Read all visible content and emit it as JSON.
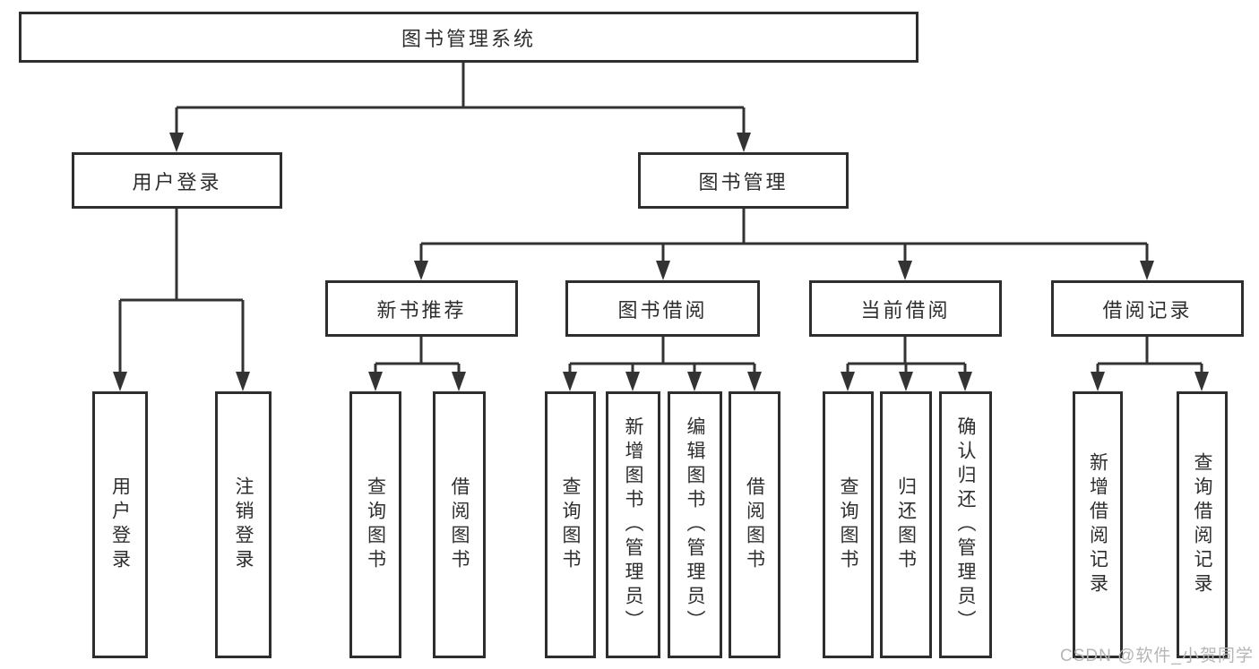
{
  "tree": {
    "root": "图书管理系统",
    "children": [
      {
        "label": "用户登录",
        "children": [
          "用户登录",
          "注销登录"
        ]
      },
      {
        "label": "图书管理",
        "children": [
          {
            "label": "新书推荐",
            "children": [
              "查询图书",
              "借阅图书"
            ]
          },
          {
            "label": "图书借阅",
            "children": [
              "查询图书",
              "新增图书（管理员）",
              "编辑图书（管理员）",
              "借阅图书"
            ]
          },
          {
            "label": "当前借阅",
            "children": [
              "查询图书",
              "归还图书",
              "确认归还（管理员）"
            ]
          },
          {
            "label": "借阅记录",
            "children": [
              "新增借阅记录",
              "查询借阅记录"
            ]
          }
        ]
      }
    ]
  },
  "watermark": {
    "text": "CSDN @软件_小贺同学"
  },
  "colors": {
    "line": "#333333",
    "border": "#2e2e2e",
    "text": "#2e2e2e",
    "watermark": "#b5b5b5",
    "background": "#ffffff"
  }
}
